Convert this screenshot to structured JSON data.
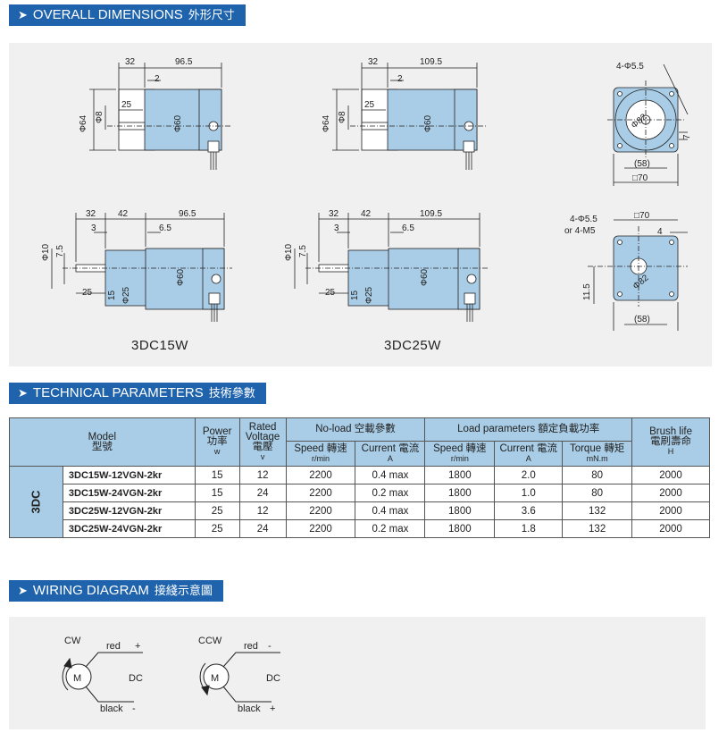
{
  "sections": {
    "dimensions": {
      "title": "OVERALL DIMENSIONS",
      "title_zh": "外形尺寸"
    },
    "technical": {
      "title": "TECHNICAL PARAMETERS",
      "title_zh": "技術參數"
    },
    "wiring": {
      "title": "WIRING DIAGRAM",
      "title_zh": "接綫示意圖"
    }
  },
  "dimensions": {
    "model_a": "3DC15W",
    "model_b": "3DC25W",
    "d32": "32",
    "d965": "96.5",
    "d1095": "109.5",
    "d2": "2",
    "d25": "25",
    "phi64": "Φ64",
    "phi8": "Φ8",
    "phi60": "Φ60",
    "d42": "42",
    "d3": "3",
    "d65": "6.5",
    "phi10": "Φ10",
    "d75": "7.5",
    "d15": "15",
    "phi25": "Φ25",
    "holes1": "4-Φ5.5",
    "phi82": "Φ82",
    "d7": "7",
    "d58": "(58)",
    "sq70": "□70",
    "holes2": "4-Φ5.5",
    "holes2b": "or 4-M5",
    "d4": "4",
    "d115": "11.5"
  },
  "table": {
    "headers": {
      "model": "Model",
      "model_zh": "型號",
      "power": "Power",
      "power_zh": "功率",
      "power_unit": "w",
      "voltage": "Rated Voltage",
      "voltage_zh": "電壓",
      "voltage_unit": "v",
      "noload": "No-load 空載參數",
      "load": "Load parameters 額定負載功率",
      "brush": "Brush life",
      "brush_zh": "電刷壽命",
      "brush_unit": "H",
      "speed": "Speed 轉速",
      "speed_unit": "r/min",
      "current": "Current 電流",
      "current_unit": "A",
      "speed2": "Speed 轉速",
      "speed2_unit": "r/min",
      "current2": "Current 電流",
      "current2_unit": "A",
      "torque": "Torque 轉矩",
      "torque_unit": "mN.m"
    },
    "series": "3DC",
    "rows": [
      {
        "model": "3DC15W-12VGN-2kr",
        "power": "15",
        "voltage": "12",
        "nl_speed": "2200",
        "nl_current": "0.4 max",
        "speed": "1800",
        "current": "2.0",
        "torque": "80",
        "brush": "2000"
      },
      {
        "model": "3DC15W-24VGN-2kr",
        "power": "15",
        "voltage": "24",
        "nl_speed": "2200",
        "nl_current": "0.2 max",
        "speed": "1800",
        "current": "1.0",
        "torque": "80",
        "brush": "2000"
      },
      {
        "model": "3DC25W-12VGN-2kr",
        "power": "25",
        "voltage": "12",
        "nl_speed": "2200",
        "nl_current": "0.4 max",
        "speed": "1800",
        "current": "3.6",
        "torque": "132",
        "brush": "2000"
      },
      {
        "model": "3DC25W-24VGN-2kr",
        "power": "25",
        "voltage": "24",
        "nl_speed": "2200",
        "nl_current": "0.2 max",
        "speed": "1800",
        "current": "1.8",
        "torque": "132",
        "brush": "2000"
      }
    ]
  },
  "wiring": {
    "cw": {
      "dir": "CW",
      "red": "red",
      "red_sign": "+",
      "black": "black",
      "black_sign": "-",
      "dc": "DC",
      "motor": "M"
    },
    "ccw": {
      "dir": "CCW",
      "red": "red",
      "red_sign": "-",
      "black": "black",
      "black_sign": "+",
      "dc": "DC",
      "motor": "M"
    }
  },
  "colors": {
    "brand_blue": "#1f63ad",
    "motor_fill": "#a9cde6",
    "panel_bg": "#f0f0f0"
  }
}
